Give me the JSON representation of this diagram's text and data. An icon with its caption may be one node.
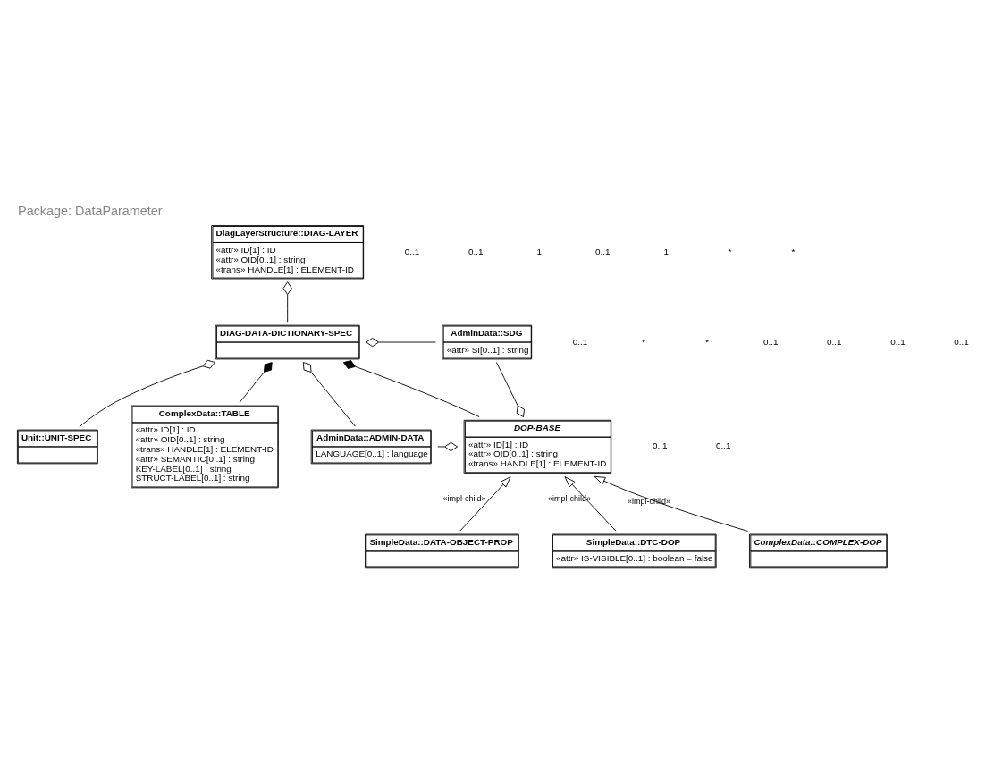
{
  "diagram": {
    "title": "Package: DataParameter",
    "nodes": [
      {
        "text": [
          "DiagLayerStructure::DIAG-LAYER",
          "«attr» ID[1] : ID",
          "«attr» OID[0..1] : string",
          "«trans» HANDLE[1] : ELEMENT-ID"
        ]
      },
      {
        "text": [
          "AdminData::SDG",
          "«attr» SI[0..1] : string"
        ]
      },
      {
        "text": [
          "DIAG-DATA-DICTIONARY-SPEC"
        ]
      },
      {
        "text": [
          "Unit::UNIT-SPEC"
        ]
      },
      {
        "text": [
          "ComplexData::TABLE",
          "«attr» ID[1] : ID",
          "«attr» OID[0..1] : string",
          "«trans» HANDLE[1] : ELEMENT-ID",
          "«attr» SEMANTIC[0..1] : string",
          "KEY-LABEL[0..1] : string",
          "STRUCT-LABEL[0..1] : string"
        ]
      },
      {
        "text": [
          "AdminData::ADMIN-DATA",
          "LANGUAGE[0..1] : language"
        ]
      },
      {
        "text": [
          "DOP-BASE",
          "«attr» ID[1] : ID",
          "«attr» OID[0..1] : string",
          "«trans» HANDLE[1] : ELEMENT-ID"
        ]
      },
      {
        "text": [
          "SimpleData::DATA-OBJECT-PROP"
        ]
      },
      {
        "text": [
          "SimpleData::DTC-DOP",
          "«attr» IS-VISIBLE[0..1] : boolean = false"
        ]
      },
      {
        "text": [
          "ComplexData::COMPLEX-DOP"
        ]
      }
    ],
    "edges": [
      {
        "from": 0,
        "to": 2,
        "arrow": "other"
      },
      {
        "from": 2,
        "to": 1,
        "arrow": "other"
      },
      {
        "from": 2,
        "to": 4,
        "arrow": "other"
      },
      {
        "from": 2,
        "to": 6,
        "arrow": "other"
      },
      {
        "from": 2,
        "to": 3,
        "arrow": "other"
      },
      {
        "from": 2,
        "to": 5,
        "arrow": "other"
      },
      {
        "from": 6,
        "to": 5,
        "arrow": "other"
      },
      {
        "from": 6,
        "to": 1,
        "arrow": "other"
      },
      {
        "from": 7,
        "to": 6,
        "arrow": "to",
        "label": "«impl-child»"
      },
      {
        "from": 8,
        "to": 6,
        "arrow": "to",
        "label": "«impl-child»"
      },
      {
        "from": 9,
        "to": 6,
        "arrow": "to",
        "label": "«impl-child»"
      }
    ],
    "labels": [
      "0..1",
      "0..1",
      "0..1",
      "*",
      "1",
      "*",
      "0..1",
      "0..1",
      "1",
      "0..1",
      "*",
      "0..1",
      "*",
      "0..1",
      "0..1",
      "0..1"
    ]
  }
}
